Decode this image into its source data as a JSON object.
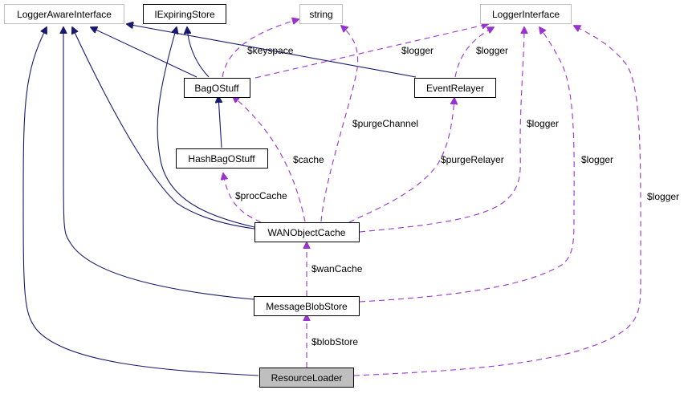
{
  "diagram": {
    "type": "class-collaboration-graph",
    "colors": {
      "inheritance_edge": "#191970",
      "usage_edge": "#9a32cd",
      "external_border": "#bfbfbf",
      "focus_fill": "#bfbfbf"
    },
    "nodes": [
      {
        "id": "LoggerAwareInterface",
        "label": "LoggerAwareInterface",
        "style": "external"
      },
      {
        "id": "IExpiringStore",
        "label": "IExpiringStore",
        "style": "normal"
      },
      {
        "id": "string",
        "label": "string",
        "style": "external"
      },
      {
        "id": "LoggerInterface",
        "label": "LoggerInterface",
        "style": "external"
      },
      {
        "id": "BagOStuff",
        "label": "BagOStuff",
        "style": "normal"
      },
      {
        "id": "EventRelayer",
        "label": "EventRelayer",
        "style": "normal"
      },
      {
        "id": "HashBagOStuff",
        "label": "HashBagOStuff",
        "style": "normal"
      },
      {
        "id": "WANObjectCache",
        "label": "WANObjectCache",
        "style": "normal"
      },
      {
        "id": "MessageBlobStore",
        "label": "MessageBlobStore",
        "style": "normal"
      },
      {
        "id": "ResourceLoader",
        "label": "ResourceLoader",
        "style": "focus"
      }
    ],
    "edges": [
      {
        "from": "BagOStuff",
        "to": "LoggerAwareInterface",
        "kind": "inherit",
        "label": ""
      },
      {
        "from": "BagOStuff",
        "to": "IExpiringStore",
        "kind": "inherit",
        "label": ""
      },
      {
        "from": "EventRelayer",
        "to": "LoggerAwareInterface",
        "kind": "inherit",
        "label": ""
      },
      {
        "from": "HashBagOStuff",
        "to": "BagOStuff",
        "kind": "inherit",
        "label": ""
      },
      {
        "from": "WANObjectCache",
        "to": "LoggerAwareInterface",
        "kind": "inherit",
        "label": ""
      },
      {
        "from": "WANObjectCache",
        "to": "IExpiringStore",
        "kind": "inherit",
        "label": ""
      },
      {
        "from": "MessageBlobStore",
        "to": "LoggerAwareInterface",
        "kind": "inherit",
        "label": ""
      },
      {
        "from": "ResourceLoader",
        "to": "LoggerAwareInterface",
        "kind": "inherit",
        "label": ""
      },
      {
        "from": "BagOStuff",
        "to": "string",
        "kind": "use",
        "label": "$keyspace"
      },
      {
        "from": "BagOStuff",
        "to": "LoggerInterface",
        "kind": "use",
        "label": "$logger"
      },
      {
        "from": "EventRelayer",
        "to": "LoggerInterface",
        "kind": "use",
        "label": "$logger"
      },
      {
        "from": "WANObjectCache",
        "to": "string",
        "kind": "use",
        "label": "$purgeChannel"
      },
      {
        "from": "WANObjectCache",
        "to": "BagOStuff",
        "kind": "use",
        "label": "$cache"
      },
      {
        "from": "WANObjectCache",
        "to": "HashBagOStuff",
        "kind": "use",
        "label": "$procCache"
      },
      {
        "from": "WANObjectCache",
        "to": "EventRelayer",
        "kind": "use",
        "label": "$purgeRelayer"
      },
      {
        "from": "WANObjectCache",
        "to": "LoggerInterface",
        "kind": "use",
        "label": "$logger"
      },
      {
        "from": "MessageBlobStore",
        "to": "WANObjectCache",
        "kind": "use",
        "label": "$wanCache"
      },
      {
        "from": "MessageBlobStore",
        "to": "LoggerInterface",
        "kind": "use",
        "label": "$logger"
      },
      {
        "from": "ResourceLoader",
        "to": "MessageBlobStore",
        "kind": "use",
        "label": "$blobStore"
      },
      {
        "from": "ResourceLoader",
        "to": "LoggerInterface",
        "kind": "use",
        "label": "$logger"
      }
    ]
  }
}
